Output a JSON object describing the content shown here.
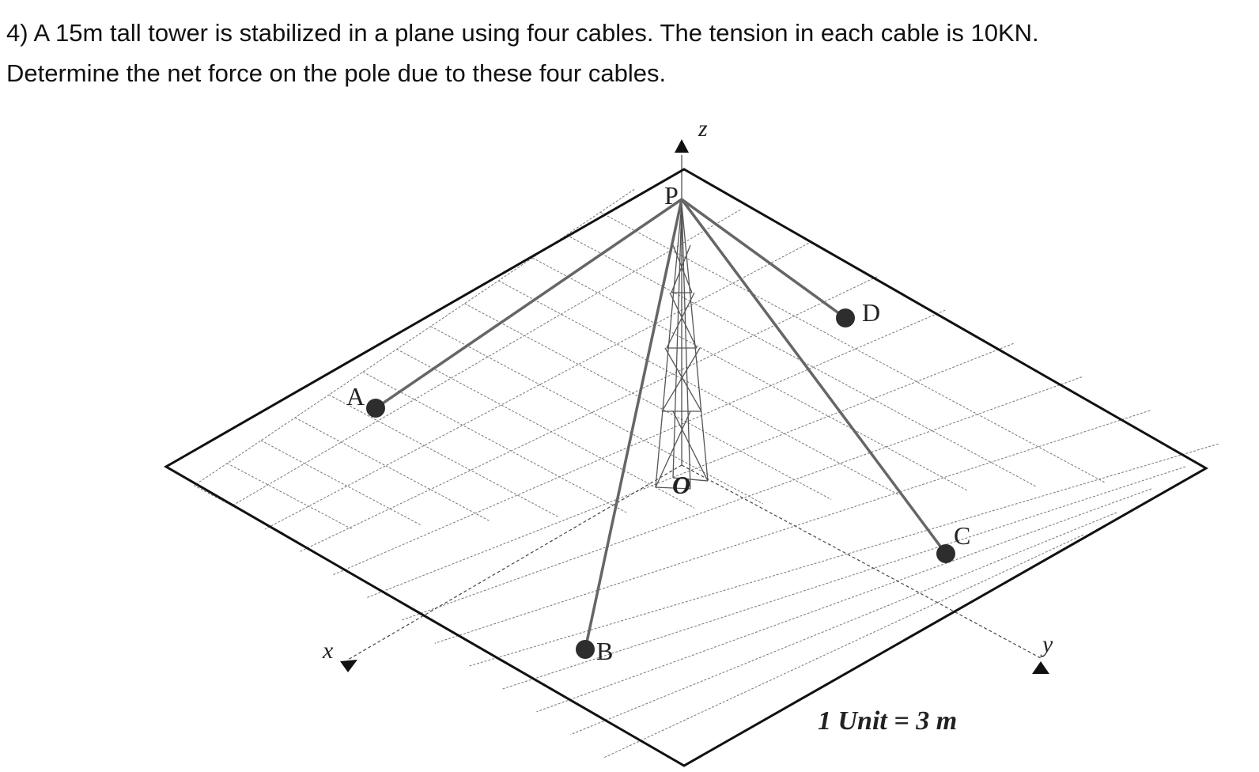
{
  "problem": {
    "line1": "4) A 15m tall tower is stabilized in a plane using four cables.  The tension in each cable is 10KN.",
    "line2": "Determine the net force on the pole due to these four cables."
  },
  "diagram": {
    "axes": {
      "x": "x",
      "y": "y",
      "z": "z"
    },
    "origin_label": "O",
    "top_label": "P",
    "anchors": {
      "a": "A",
      "b": "B",
      "c": "C",
      "d": "D"
    },
    "scale_note": "1 Unit = 3 m"
  }
}
